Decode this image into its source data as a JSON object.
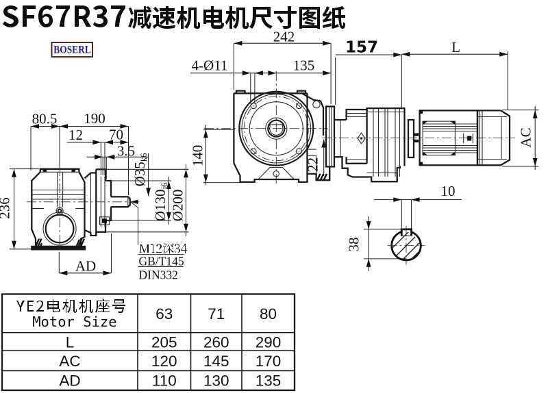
{
  "title": "SF67R37减速机电机尺寸图纸",
  "logo": {
    "text": "BOSERL",
    "border_color": "#4a2a24",
    "text_color": "#22218f"
  },
  "side_view": {
    "dims": {
      "width_left": "80.5",
      "width_right": "190",
      "step1": "12",
      "step2": "70",
      "step3": "3.5",
      "height": "236",
      "mount_depth": "AD",
      "shaft_dia": {
        "main": "Ø35",
        "tol": "k6"
      },
      "spigot_dia": {
        "main": "Ø130",
        "tol": "j6"
      },
      "flange_dia": "Ø200"
    },
    "notes": [
      "M12深34",
      "GB/T145",
      "DIN332"
    ]
  },
  "front_view": {
    "dims": {
      "width": "242",
      "center_to_face": "135",
      "bolt_holes": "4-Ø11",
      "center_height": "140",
      "flange_offset": "22"
    }
  },
  "motor_view": {
    "dims": {
      "adapter_length": "157",
      "motor_length": "L",
      "motor_diameter": "AC"
    }
  },
  "shaft_section": {
    "dims": {
      "key_width": "10",
      "diameter": "38"
    }
  },
  "table": {
    "header": {
      "line1": "YE2电机机座号",
      "line2": "Motor Size",
      "sizes": [
        "63",
        "71",
        "80"
      ]
    },
    "rows": [
      {
        "label": "L",
        "values": [
          "205",
          "260",
          "290"
        ]
      },
      {
        "label": "AC",
        "values": [
          "120",
          "145",
          "170"
        ]
      },
      {
        "label": "AD",
        "values": [
          "110",
          "130",
          "135"
        ]
      }
    ]
  }
}
